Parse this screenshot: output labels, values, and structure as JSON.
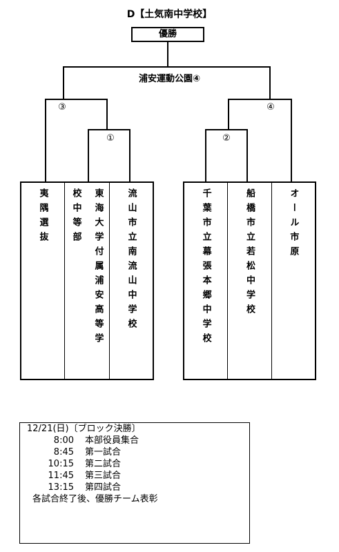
{
  "title": "D【土気南中学校】",
  "champion_label": "優勝",
  "venue": "浦安運動公園④",
  "matches": {
    "m1": "①",
    "m2": "②",
    "m3": "③",
    "m4": "④"
  },
  "teams_left": [
    "夷隅選抜",
    "校中等部",
    "東海大学付属浦安高等学",
    "流山市立南流山中学校"
  ],
  "teams_right": [
    "千葉市立幕張本郷中学校",
    "船橋市立若松中学校",
    "オール市原"
  ],
  "schedule": {
    "header": "12/21(日)〔ブロック決勝〕",
    "items": [
      {
        "time": "8:00",
        "event": "本部役員集合"
      },
      {
        "time": "8:45",
        "event": "第一試合"
      },
      {
        "time": "10:15",
        "event": "第二試合"
      },
      {
        "time": "11:45",
        "event": "第三試合"
      },
      {
        "time": "13:15",
        "event": "第四試合"
      }
    ],
    "footer": "各試合終了後、優勝チーム表彰"
  }
}
